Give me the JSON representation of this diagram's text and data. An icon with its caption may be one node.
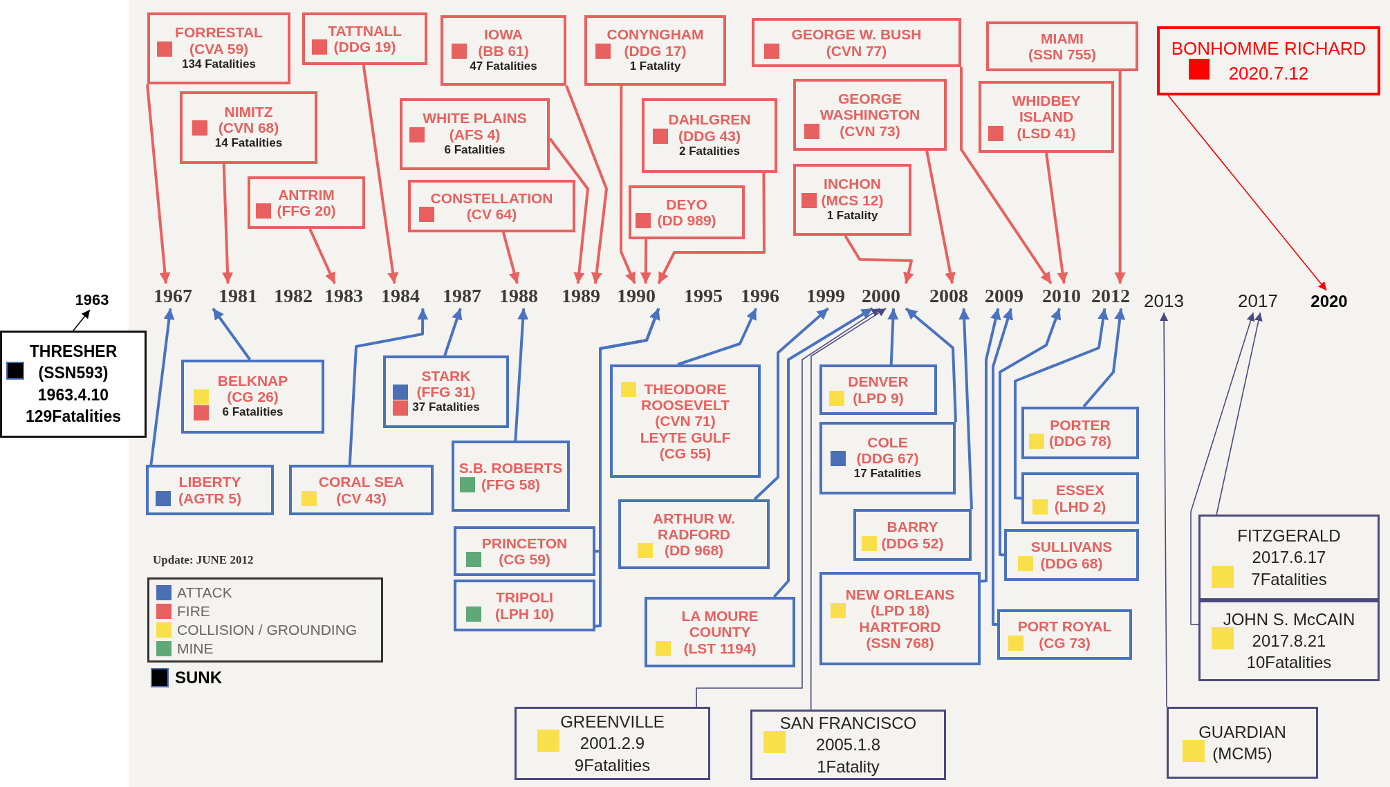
{
  "diagram": {
    "nodes": [
      {
        "text": [
          "FORRESTAL",
          "(CVA 59)",
          "134 Fatalities"
        ]
      },
      {
        "text": [
          "TATTNALL",
          "(DDG 19)"
        ]
      },
      {
        "text": [
          "IOWA",
          "(BB 61)",
          "47 Fatalities"
        ]
      },
      {
        "text": [
          "CONYNGHAM",
          "(DDG 17)",
          "1 Fatality"
        ]
      },
      {
        "text": [
          "GEORGE W. BUSH",
          "(CVN 77)"
        ]
      },
      {
        "text": [
          "MIAMI",
          "(SSN 755)"
        ]
      },
      {
        "text": [
          "BONHOMME RICHARD",
          "2020.7.12"
        ]
      },
      {
        "text": [
          "GEORGE WASHINGTON",
          "(CVN 73)"
        ]
      },
      {
        "text": [
          "WHIDBEY ISLAND",
          "(LSD 41)"
        ]
      },
      {
        "text": [
          "NIMITZ",
          "(CVN 68)",
          "14 Fatalities"
        ]
      },
      {
        "text": [
          "WHITE PLAINS",
          "(AFS 4)",
          "6 Fatalities"
        ]
      },
      {
        "text": [
          "DAHLGREN",
          "(DDG 43)",
          "2 Fatalities"
        ]
      },
      {
        "text": [
          "ANTRIM",
          "(FFG 20)"
        ]
      },
      {
        "text": [
          "CONSTELLATION",
          "(CV 64)"
        ]
      },
      {
        "text": [
          "INCHON",
          "(MCS 12)",
          "1 Fatality"
        ]
      },
      {
        "text": [
          "DEYO",
          "(DD 989)"
        ]
      },
      {
        "text": [
          "1963"
        ]
      },
      {
        "text": [
          "1967"
        ]
      },
      {
        "text": [
          "1981"
        ]
      },
      {
        "text": [
          "1982"
        ]
      },
      {
        "text": [
          "1983"
        ]
      },
      {
        "text": [
          "1984"
        ]
      },
      {
        "text": [
          "1987"
        ]
      },
      {
        "text": [
          "1988"
        ]
      },
      {
        "text": [
          "1989"
        ]
      },
      {
        "text": [
          "1990"
        ]
      },
      {
        "text": [
          "1995"
        ]
      },
      {
        "text": [
          "1996"
        ]
      },
      {
        "text": [
          "1999"
        ]
      },
      {
        "text": [
          "2000"
        ]
      },
      {
        "text": [
          "2008"
        ]
      },
      {
        "text": [
          "2009"
        ]
      },
      {
        "text": [
          "2010"
        ]
      },
      {
        "text": [
          "2012"
        ]
      },
      {
        "text": [
          "2013"
        ]
      },
      {
        "text": [
          "2017"
        ]
      },
      {
        "text": [
          "2020"
        ]
      },
      {
        "text": [
          "THRESHER",
          "(SSN593)",
          "1963.4.10",
          "129Fatalities"
        ]
      },
      {
        "text": [
          "STARK",
          "(FFG 31)",
          "37 Fatalities"
        ]
      },
      {
        "text": [
          "BELKNAP",
          "(CG 26)",
          "6 Fatalities"
        ]
      },
      {
        "text": [
          "DENVER",
          "(LPD 9)"
        ]
      },
      {
        "text": [
          "THEODORE ROOSEVELT",
          "(CVN 71)",
          "LEYTE GULF",
          "(CG 55)"
        ]
      },
      {
        "text": [
          "PORTER",
          "(DDG 78)"
        ]
      },
      {
        "text": [
          "COLE",
          "(DDG 67)",
          "17 Fatalities"
        ]
      },
      {
        "text": [
          "S.B. ROBERTS",
          "(FFG 58)"
        ]
      },
      {
        "text": [
          "LIBERTY",
          "(AGTR 5)"
        ]
      },
      {
        "text": [
          "CORAL SEA",
          "(CV 43)"
        ]
      },
      {
        "text": [
          "ESSEX",
          "(LHD 2)"
        ]
      },
      {
        "text": [
          "ARTHUR W. RADFORD",
          "(DD 968)"
        ]
      },
      {
        "text": [
          "BARRY",
          "(DDG 52)"
        ]
      },
      {
        "text": [
          "FITZGERALD",
          "2017.6.17",
          "7Fatalities"
        ]
      },
      {
        "text": [
          "PRINCETON",
          "(CG 59)"
        ]
      },
      {
        "text": [
          "SULLIVANS",
          "(DDG 68)"
        ]
      },
      {
        "text": [
          "NEW ORLEANS",
          "(LPD 18)",
          "HARTFORD",
          "(SSN 768)"
        ]
      },
      {
        "text": [
          "TRIPOLI",
          "(LPH 10)"
        ]
      },
      {
        "text": [
          "LA MOURE COUNTY",
          "(LST 1194)"
        ]
      },
      {
        "text": [
          "PORT ROYAL",
          "(CG 73)"
        ]
      },
      {
        "text": [
          "JOHN S. McCAIN",
          "2017.8.21",
          "10Fatalities"
        ]
      },
      {
        "text": [
          "GREENVILLE",
          "2001.2.9",
          "9Fatalities"
        ]
      },
      {
        "text": [
          "SAN FRANCISCO",
          "2005.1.8",
          "1Fatality"
        ]
      },
      {
        "text": [
          "GUARDIAN",
          "(MCM5)"
        ]
      }
    ],
    "edges": [
      {
        "from": 0,
        "to": 17,
        "arrow": "to",
        "color": "#e8605f"
      },
      {
        "from": 1,
        "to": 21,
        "arrow": "to",
        "color": "#e8605f"
      },
      {
        "from": 2,
        "to": 24,
        "arrow": "to",
        "color": "#e8605f"
      },
      {
        "from": 10,
        "to": 24,
        "arrow": "to",
        "color": "#e8605f"
      },
      {
        "from": 3,
        "to": 25,
        "arrow": "to",
        "color": "#e8605f"
      },
      {
        "from": 15,
        "to": 25,
        "arrow": "to",
        "color": "#e8605f"
      },
      {
        "from": 11,
        "to": 25,
        "arrow": "to",
        "color": "#e8605f"
      },
      {
        "from": 4,
        "to": 32,
        "arrow": "to",
        "color": "#e8605f"
      },
      {
        "from": 8,
        "to": 32,
        "arrow": "to",
        "color": "#e8605f"
      },
      {
        "from": 5,
        "to": 33,
        "arrow": "to",
        "color": "#e8605f"
      },
      {
        "from": 6,
        "to": 36,
        "arrow": "to",
        "color": "#ff0000"
      },
      {
        "from": 9,
        "to": 18,
        "arrow": "to",
        "color": "#e8605f"
      },
      {
        "from": 12,
        "to": 20,
        "arrow": "to",
        "color": "#e8605f"
      },
      {
        "from": 13,
        "to": 23,
        "arrow": "to",
        "color": "#e8605f"
      },
      {
        "from": 7,
        "to": 30,
        "arrow": "to",
        "color": "#e8605f"
      },
      {
        "from": 14,
        "to": 29,
        "arrow": "to",
        "color": "#e8605f"
      },
      {
        "from": 37,
        "to": 16,
        "arrow": "to",
        "color": "#000000"
      },
      {
        "from": 45,
        "to": 17,
        "arrow": "to"
      },
      {
        "from": 39,
        "to": 18,
        "arrow": "to"
      },
      {
        "from": 46,
        "to": 21,
        "arrow": "to"
      },
      {
        "from": 38,
        "to": 22,
        "arrow": "to"
      },
      {
        "from": 44,
        "to": 23,
        "arrow": "to"
      },
      {
        "from": 51,
        "to": 25,
        "arrow": "to"
      },
      {
        "from": 54,
        "to": 25,
        "arrow": "to"
      },
      {
        "from": 41,
        "to": 27,
        "arrow": "to"
      },
      {
        "from": 48,
        "to": 28,
        "arrow": "to"
      },
      {
        "from": 55,
        "to": 29,
        "arrow": "to"
      },
      {
        "from": 40,
        "to": 29,
        "arrow": "to"
      },
      {
        "from": 43,
        "to": 29,
        "arrow": "to"
      },
      {
        "from": 49,
        "to": 30,
        "arrow": "to"
      },
      {
        "from": 53,
        "to": 31,
        "arrow": "to"
      },
      {
        "from": 56,
        "to": 31,
        "arrow": "to"
      },
      {
        "from": 52,
        "to": 32,
        "arrow": "to"
      },
      {
        "from": 47,
        "to": 33,
        "arrow": "to"
      },
      {
        "from": 42,
        "to": 33,
        "arrow": "to"
      },
      {
        "from": 58,
        "to": 29,
        "arrow": "to",
        "color": "#4b4a80"
      },
      {
        "from": 59,
        "to": 29,
        "arrow": "to",
        "color": "#4b4a80"
      },
      {
        "from": 50,
        "to": 35,
        "arrow": "to",
        "color": "#4b4a80"
      },
      {
        "from": 57,
        "to": 35,
        "arrow": "to",
        "color": "#4b4a80"
      },
      {
        "from": 60,
        "to": 34,
        "arrow": "to",
        "color": "#4b4a80"
      }
    ],
    "labels": [
      "Update: JUNE 2012"
    ],
    "legend": [
      {
        "text": "ATTACK",
        "color": "#4a6fb5"
      },
      {
        "text": "FIRE",
        "color": "#e8605f"
      },
      {
        "text": "COLLISION / GROUNDING",
        "color": "#f9e04b"
      },
      {
        "text": "MINE",
        "color": "#5fa878"
      },
      {
        "text": "SUNK",
        "color": "#000000"
      }
    ]
  }
}
